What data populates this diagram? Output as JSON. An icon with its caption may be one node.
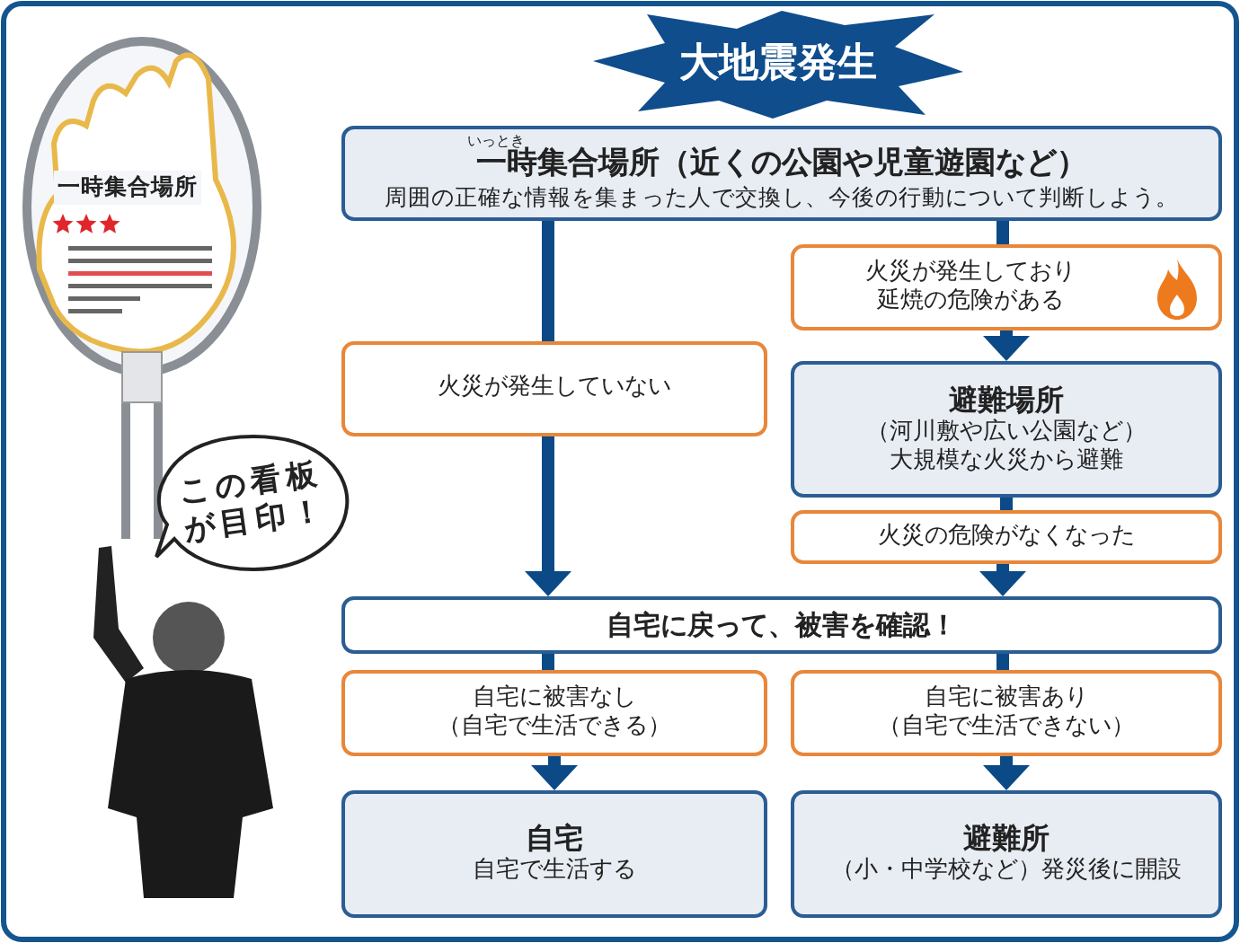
{
  "diagram": {
    "nodes": [
      {
        "text": [
          "大地震発生"
        ]
      },
      {
        "text": [
          "いっとき",
          "一時集合場所（近くの公園や児童遊園など）",
          "周囲の正確な情報を集まった人で交換し、今後の行動について判断しよう。"
        ]
      },
      {
        "text": [
          "火災が発生しており延焼の危険がある"
        ]
      },
      {
        "text": [
          "火災が発生していない"
        ]
      },
      {
        "text": [
          "避難場所",
          "（河川敷や広い公園など）大規模な火災から避難"
        ]
      },
      {
        "text": [
          "火災の危険がなくなった"
        ]
      },
      {
        "text": [
          "自宅に戻って、被害を確認！"
        ]
      },
      {
        "text": [
          "自宅に被害なし（自宅で生活できる）"
        ]
      },
      {
        "text": [
          "自宅に被害あり（自宅で生活できない）"
        ]
      },
      {
        "text": [
          "自宅",
          "自宅で生活する"
        ]
      },
      {
        "text": [
          "避難所",
          "（小・中学校など）発災後に開設"
        ]
      },
      {
        "text": [
          "この看板が目印！"
        ]
      }
    ],
    "edges": [
      {
        "from": 1,
        "to": 3,
        "arrow": "none"
      },
      {
        "from": 3,
        "to": 6,
        "arrow": "to"
      },
      {
        "from": 1,
        "to": 2,
        "arrow": "none"
      },
      {
        "from": 2,
        "to": 4,
        "arrow": "to"
      },
      {
        "from": 4,
        "to": 5,
        "arrow": "none"
      },
      {
        "from": 5,
        "to": 6,
        "arrow": "to"
      },
      {
        "from": 6,
        "to": 7,
        "arrow": "none"
      },
      {
        "from": 6,
        "to": 8,
        "arrow": "none"
      },
      {
        "from": 7,
        "to": 9,
        "arrow": "to"
      },
      {
        "from": 8,
        "to": 10,
        "arrow": "to"
      }
    ],
    "labels": [
      "一時集合場所"
    ]
  }
}
